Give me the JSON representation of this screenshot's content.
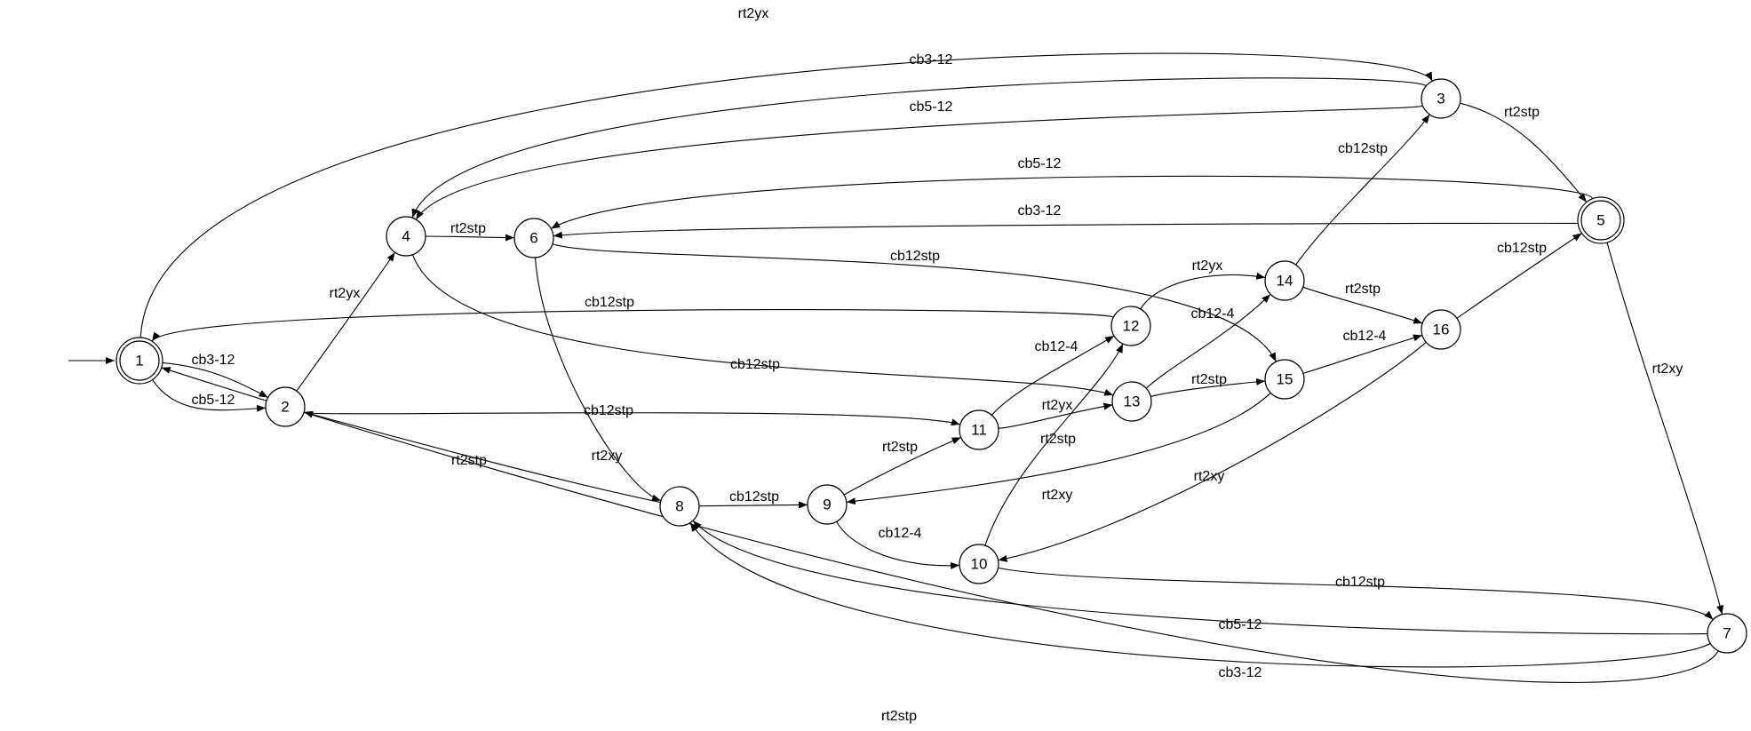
{
  "nodes": [
    {
      "id": "1",
      "accepting": true,
      "initial": true
    },
    {
      "id": "2"
    },
    {
      "id": "3"
    },
    {
      "id": "4"
    },
    {
      "id": "5",
      "accepting": true
    },
    {
      "id": "6"
    },
    {
      "id": "7"
    },
    {
      "id": "8"
    },
    {
      "id": "9"
    },
    {
      "id": "10"
    },
    {
      "id": "11"
    },
    {
      "id": "12"
    },
    {
      "id": "13"
    },
    {
      "id": "14"
    },
    {
      "id": "15"
    },
    {
      "id": "16"
    }
  ],
  "edges": [
    {
      "from": "1",
      "to": "3",
      "label": "rt2yx"
    },
    {
      "from": "1",
      "to": "2",
      "label": "cb3-12"
    },
    {
      "from": "1",
      "to": "2",
      "label": "cb5-12"
    },
    {
      "from": "3",
      "to": "4",
      "label": "cb3-12"
    },
    {
      "from": "3",
      "to": "4",
      "label": "cb5-12"
    },
    {
      "from": "3",
      "to": "5",
      "label": "rt2stp"
    },
    {
      "from": "5",
      "to": "6",
      "label": "cb5-12"
    },
    {
      "from": "5",
      "to": "6",
      "label": "cb3-12"
    },
    {
      "from": "5",
      "to": "7",
      "label": "rt2xy"
    },
    {
      "from": "4",
      "to": "6",
      "label": "rt2stp"
    },
    {
      "from": "2",
      "to": "4",
      "label": "rt2yx"
    },
    {
      "from": "6",
      "to": "15",
      "label": "cb12stp"
    },
    {
      "from": "12",
      "to": "1",
      "label": "cb12stp"
    },
    {
      "from": "4",
      "to": "13",
      "label": "cb12stp"
    },
    {
      "from": "2",
      "to": "11",
      "label": "cb12stp"
    },
    {
      "from": "8",
      "to": "2",
      "label": "rt2stp"
    },
    {
      "from": "6",
      "to": "8",
      "label": "rt2xy"
    },
    {
      "from": "8",
      "to": "9",
      "label": "cb12stp"
    },
    {
      "from": "9",
      "to": "11",
      "label": "rt2stp"
    },
    {
      "from": "9",
      "to": "10",
      "label": "cb12-4"
    },
    {
      "from": "11",
      "to": "12",
      "label": "cb12-4"
    },
    {
      "from": "11",
      "to": "13",
      "label": "rt2yx"
    },
    {
      "from": "10",
      "to": "12",
      "label": "rt2stp"
    },
    {
      "from": "12",
      "to": "14",
      "label": "rt2yx"
    },
    {
      "from": "13",
      "to": "14",
      "label": "cb12-4"
    },
    {
      "from": "13",
      "to": "15",
      "label": "rt2stp"
    },
    {
      "from": "14",
      "to": "3",
      "label": "cb12stp"
    },
    {
      "from": "14",
      "to": "16",
      "label": "rt2stp"
    },
    {
      "from": "15",
      "to": "16",
      "label": "cb12-4"
    },
    {
      "from": "16",
      "to": "5",
      "label": "cb12stp"
    },
    {
      "from": "15",
      "to": "9",
      "label": "rt2xy"
    },
    {
      "from": "16",
      "to": "10",
      "label": "rt2xy"
    },
    {
      "from": "10",
      "to": "7",
      "label": "cb12stp"
    },
    {
      "from": "7",
      "to": "8",
      "label": "cb5-12"
    },
    {
      "from": "7",
      "to": "8",
      "label": "cb3-12"
    },
    {
      "from": "7",
      "to": "1",
      "label": "rt2stp"
    }
  ]
}
